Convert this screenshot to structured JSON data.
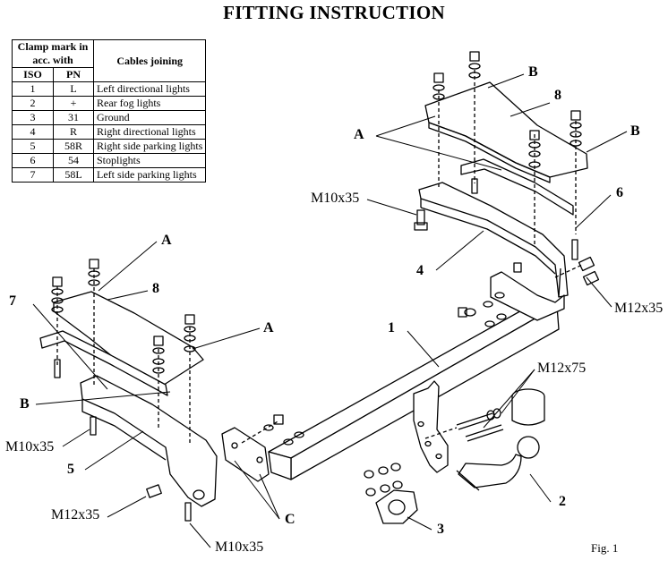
{
  "title": "FITTING INSTRUCTION",
  "legend": {
    "header_clamp": "Clamp mark in acc. with",
    "header_cables": "Cables joining",
    "header_iso": "ISO",
    "header_pn": "PN",
    "rows": [
      {
        "iso": "1",
        "pn": "L",
        "desc": "Left directional lights"
      },
      {
        "iso": "2",
        "pn": "+",
        "desc": "Rear fog lights"
      },
      {
        "iso": "3",
        "pn": "31",
        "desc": "Ground"
      },
      {
        "iso": "4",
        "pn": "R",
        "desc": "Right directional lights"
      },
      {
        "iso": "5",
        "pn": "58R",
        "desc": "Right side parking lights"
      },
      {
        "iso": "6",
        "pn": "54",
        "desc": "Stoplights"
      },
      {
        "iso": "7",
        "pn": "58L",
        "desc": "Left side parking lights"
      }
    ]
  },
  "labels": {
    "A_top": "A",
    "B_top1": "B",
    "B_top2": "B",
    "eight_top": "8",
    "m10x35_top": "M10x35",
    "six": "6",
    "four": "4",
    "m12x35_right": "M12x35",
    "A_left": "A",
    "eight_left": "8",
    "seven": "7",
    "A_mid": "A",
    "one": "1",
    "m12x75": "M12x75",
    "B_left": "B",
    "m10x35_left": "M10x35",
    "five": "5",
    "m12x35_left": "M12x35",
    "C": "C",
    "m10x35_bottom": "M10x35",
    "three": "3",
    "two": "2"
  },
  "figure_caption": "Fig. 1"
}
